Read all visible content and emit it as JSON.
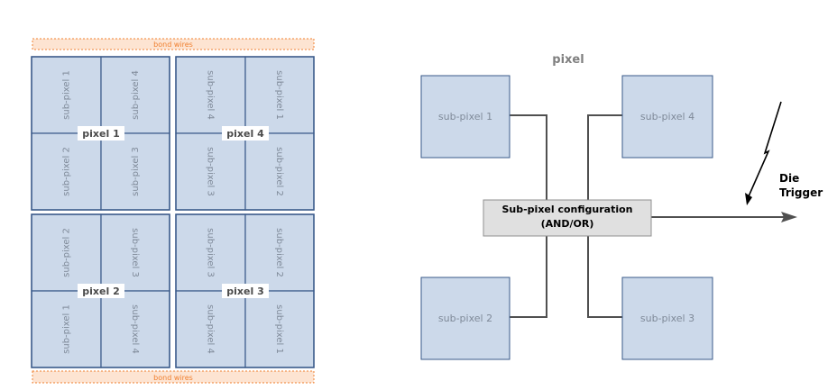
{
  "left_layout": {
    "bond_wires_top": "bond wires",
    "bond_wires_bottom": "bond wires",
    "pixels": [
      {
        "label": "pixel 1",
        "subs": [
          "sub-pixel 1",
          "sub-pixel 4",
          "sub-pixel 2",
          "sub-pixel 3"
        ]
      },
      {
        "label": "pixel 4",
        "subs": [
          "sub-pixel 4",
          "sub-pixel 1",
          "sub-pixel 3",
          "sub-pixel 2"
        ]
      },
      {
        "label": "pixel 2",
        "subs": [
          "sub-pixel 2",
          "sub-pixel 3",
          "sub-pixel 1",
          "sub-pixel 4"
        ]
      },
      {
        "label": "pixel 3",
        "subs": [
          "sub-pixel 3",
          "sub-pixel 2",
          "sub-pixel 4",
          "sub-pixel 1"
        ]
      }
    ]
  },
  "right_schematic": {
    "title": "pixel",
    "subpixels": [
      "sub-pixel 1",
      "sub-pixel 4",
      "sub-pixel 2",
      "sub-pixel 3"
    ],
    "config_line1": "Sub-pixel configuration",
    "config_line2": "(AND/OR)",
    "trigger_line1": "Die",
    "trigger_line2": "Trigger"
  },
  "colors": {
    "subpixel_fill": "#ccd9ea",
    "subpixel_stroke": "#3a5a8a",
    "bond_fill": "#fde4d2",
    "bond_stroke": "#f08030",
    "config_fill": "#e0e0e0",
    "wire": "#505050"
  }
}
